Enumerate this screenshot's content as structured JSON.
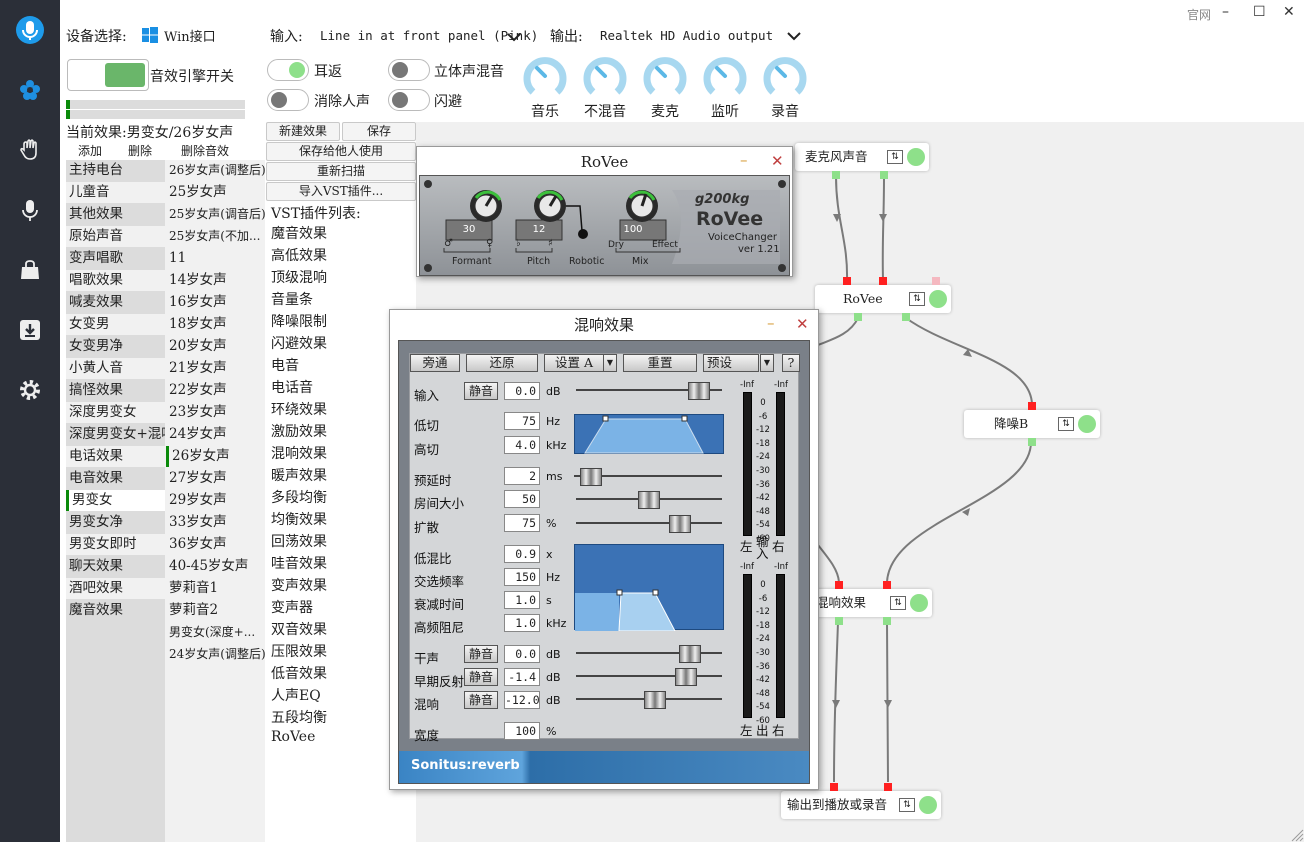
{
  "nav": {
    "items": [
      {
        "name": "mic-logo-icon",
        "glyph": "🎙"
      },
      {
        "name": "effects-icon",
        "glyph": "✿"
      },
      {
        "name": "hand-icon",
        "glyph": "✋"
      },
      {
        "name": "microphone-icon",
        "glyph": "🎤"
      },
      {
        "name": "bag-icon",
        "glyph": "👜"
      },
      {
        "name": "download-icon",
        "glyph": "⬇"
      },
      {
        "name": "settings-icon",
        "glyph": "⚙"
      }
    ]
  },
  "window": {
    "official": "官网",
    "minimize": "–",
    "maximize": "☐",
    "close": "✕"
  },
  "device": {
    "label": "设备选择:",
    "value": "Win接口"
  },
  "engine_label": "音效引擎开关",
  "io": {
    "input_label": "输入:",
    "input_value": "Line in at front panel (Pink)",
    "output_label": "输出:",
    "output_value": "Realtek HD Audio output"
  },
  "toggles": {
    "monitor": {
      "label": "耳返",
      "on": true
    },
    "stereo_mix": {
      "label": "立体声混音",
      "on": false
    },
    "vocal_remove": {
      "label": "消除人声",
      "on": false
    },
    "duck": {
      "label": "闪避",
      "on": false
    }
  },
  "knobs": [
    "音乐",
    "不混音",
    "麦克",
    "监听",
    "录音"
  ],
  "current_effect": {
    "label": "当前效果:",
    "value": "男变女/26岁女声"
  },
  "effect_actions": {
    "add": "添加",
    "delete": "删除",
    "delete_sfx": "删除音效"
  },
  "categories": [
    "主持电台",
    "儿童音",
    "其他效果",
    "原始声音",
    "变声唱歌",
    "唱歌效果",
    "喊麦效果",
    "女变男",
    "女变男净",
    "小黄人音",
    "搞怪效果",
    "深度男变女",
    "深度男变女+混响",
    "电话效果",
    "电音效果",
    "男变女",
    "男变女净",
    "男变女即时",
    "聊天效果",
    "酒吧效果",
    "魔音效果"
  ],
  "presets": [
    "26岁女声(调整后)",
    "25岁女声",
    "25岁女声(调音后)",
    "25岁女声(不加...",
    "11",
    "14岁女声",
    "16岁女声",
    "18岁女声",
    "20岁女声",
    "21岁女声",
    "22岁女声",
    "23岁女声",
    "24岁女声",
    "26岁女声",
    "27岁女声",
    "29岁女声",
    "33岁女声",
    "36岁女声",
    "40-45岁女声",
    "萝莉音1",
    "萝莉音2",
    "男变女(深度+...",
    "24岁女声(调整后)"
  ],
  "vst_buttons": {
    "new": "新建效果",
    "save": "保存",
    "save_share": "保存给他人使用",
    "rescan": "重新扫描",
    "import": "导入VST插件..."
  },
  "vst_list_title": "VST插件列表:",
  "vst_list": [
    "魔音效果",
    "高低效果",
    "顶级混响",
    "音量条",
    "降噪限制",
    "闪避效果",
    "电音",
    "电话音",
    "环绕效果",
    "激励效果",
    "混响效果",
    "暖声效果",
    "多段均衡",
    "均衡效果",
    "回荡效果",
    "哇音效果",
    "变声效果",
    "变声器",
    "双音效果",
    "压限效果",
    "低音效果",
    "人声EQ",
    "五段均衡",
    "RoVee"
  ],
  "graph": {
    "nodes": {
      "mic": "麦克风声音",
      "rovee": "RoVee",
      "denoise": "降噪B",
      "reverb": "混响效果",
      "output": "输出到播放或录音"
    },
    "cfg_glyph": "⇅"
  },
  "rovee_win": {
    "title": "RoVee",
    "brand": "g200kg",
    "product": "RoVee",
    "sub": "VoiceChanger",
    "version": "ver 1.21",
    "formant": {
      "label": "Formant",
      "value": "30",
      "low": "♂",
      "high": "♀"
    },
    "pitch": {
      "label": "Pitch",
      "value": "12",
      "low": "♭",
      "high": "♯"
    },
    "robotic": "Robotic",
    "mix": {
      "label": "Mix",
      "value": "100",
      "dry": "Dry",
      "effect": "Effect"
    }
  },
  "reverb_win": {
    "title": "混响效果",
    "buttons": {
      "bypass": "旁通",
      "restore": "还原",
      "setting": "设置 A",
      "reset": "重置",
      "preset": "预设",
      "help": "?"
    },
    "mute": "静音",
    "rows": {
      "input": {
        "label": "输入",
        "value": "0.0",
        "unit": "dB",
        "level": 0.9
      },
      "lowcut": {
        "label": "低切",
        "value": "75",
        "unit": "Hz"
      },
      "highcut": {
        "label": "高切",
        "value": "4.0",
        "unit": "kHz"
      },
      "predelay": {
        "label": "预延时",
        "value": "2",
        "unit": "ms",
        "level": 0.05
      },
      "roomsize": {
        "label": "房间大小",
        "value": "50",
        "unit": "",
        "level": 0.5
      },
      "diffuse": {
        "label": "扩散",
        "value": "75",
        "unit": "%",
        "level": 0.75
      },
      "lowmix": {
        "label": "低混比",
        "value": "0.9",
        "unit": "x"
      },
      "xover": {
        "label": "交选频率",
        "value": "150",
        "unit": "Hz"
      },
      "decay": {
        "label": "衰减时间",
        "value": "1.0",
        "unit": "s"
      },
      "hfdamp": {
        "label": "高频阻尼",
        "value": "1.0",
        "unit": "kHz"
      },
      "dry": {
        "label": "干声",
        "value": "0.0",
        "unit": "dB",
        "level": 0.83
      },
      "early": {
        "label": "早期反射",
        "value": "-1.4",
        "unit": "dB",
        "level": 0.8
      },
      "reverb": {
        "label": "混响",
        "value": "-12.0",
        "unit": "dB",
        "level": 0.55
      },
      "width": {
        "label": "宽度",
        "value": "100",
        "unit": "%"
      }
    },
    "meter": {
      "inf": "-Inf",
      "ticks": [
        "0",
        "-6",
        "-12",
        "-18",
        "-24",
        "-30",
        "-36",
        "-42",
        "-48",
        "-54",
        "-60"
      ],
      "in_label": {
        "left": "左",
        "mid": "输入",
        "right": "右"
      },
      "out_label": {
        "left": "左",
        "mid": "出",
        "right": "右"
      }
    },
    "footer": "Sonitus:reverb"
  }
}
